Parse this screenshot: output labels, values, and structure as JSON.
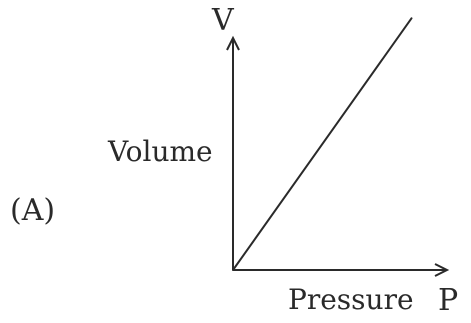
{
  "figure": {
    "option_label": "(A)"
  },
  "chart_data": {
    "type": "line",
    "xlabel": "Pressure",
    "x_axis_letter": "P",
    "ylabel": "Volume",
    "y_axis_letter": "V",
    "xlim": [
      0,
      1
    ],
    "ylim": [
      0,
      1
    ],
    "grid": false,
    "series": [
      {
        "x": [
          0,
          0.85
        ],
        "y": [
          0,
          1.04
        ]
      }
    ],
    "colors": {
      "axis": "#2a2a2a",
      "line": "#2a2a2a"
    }
  }
}
